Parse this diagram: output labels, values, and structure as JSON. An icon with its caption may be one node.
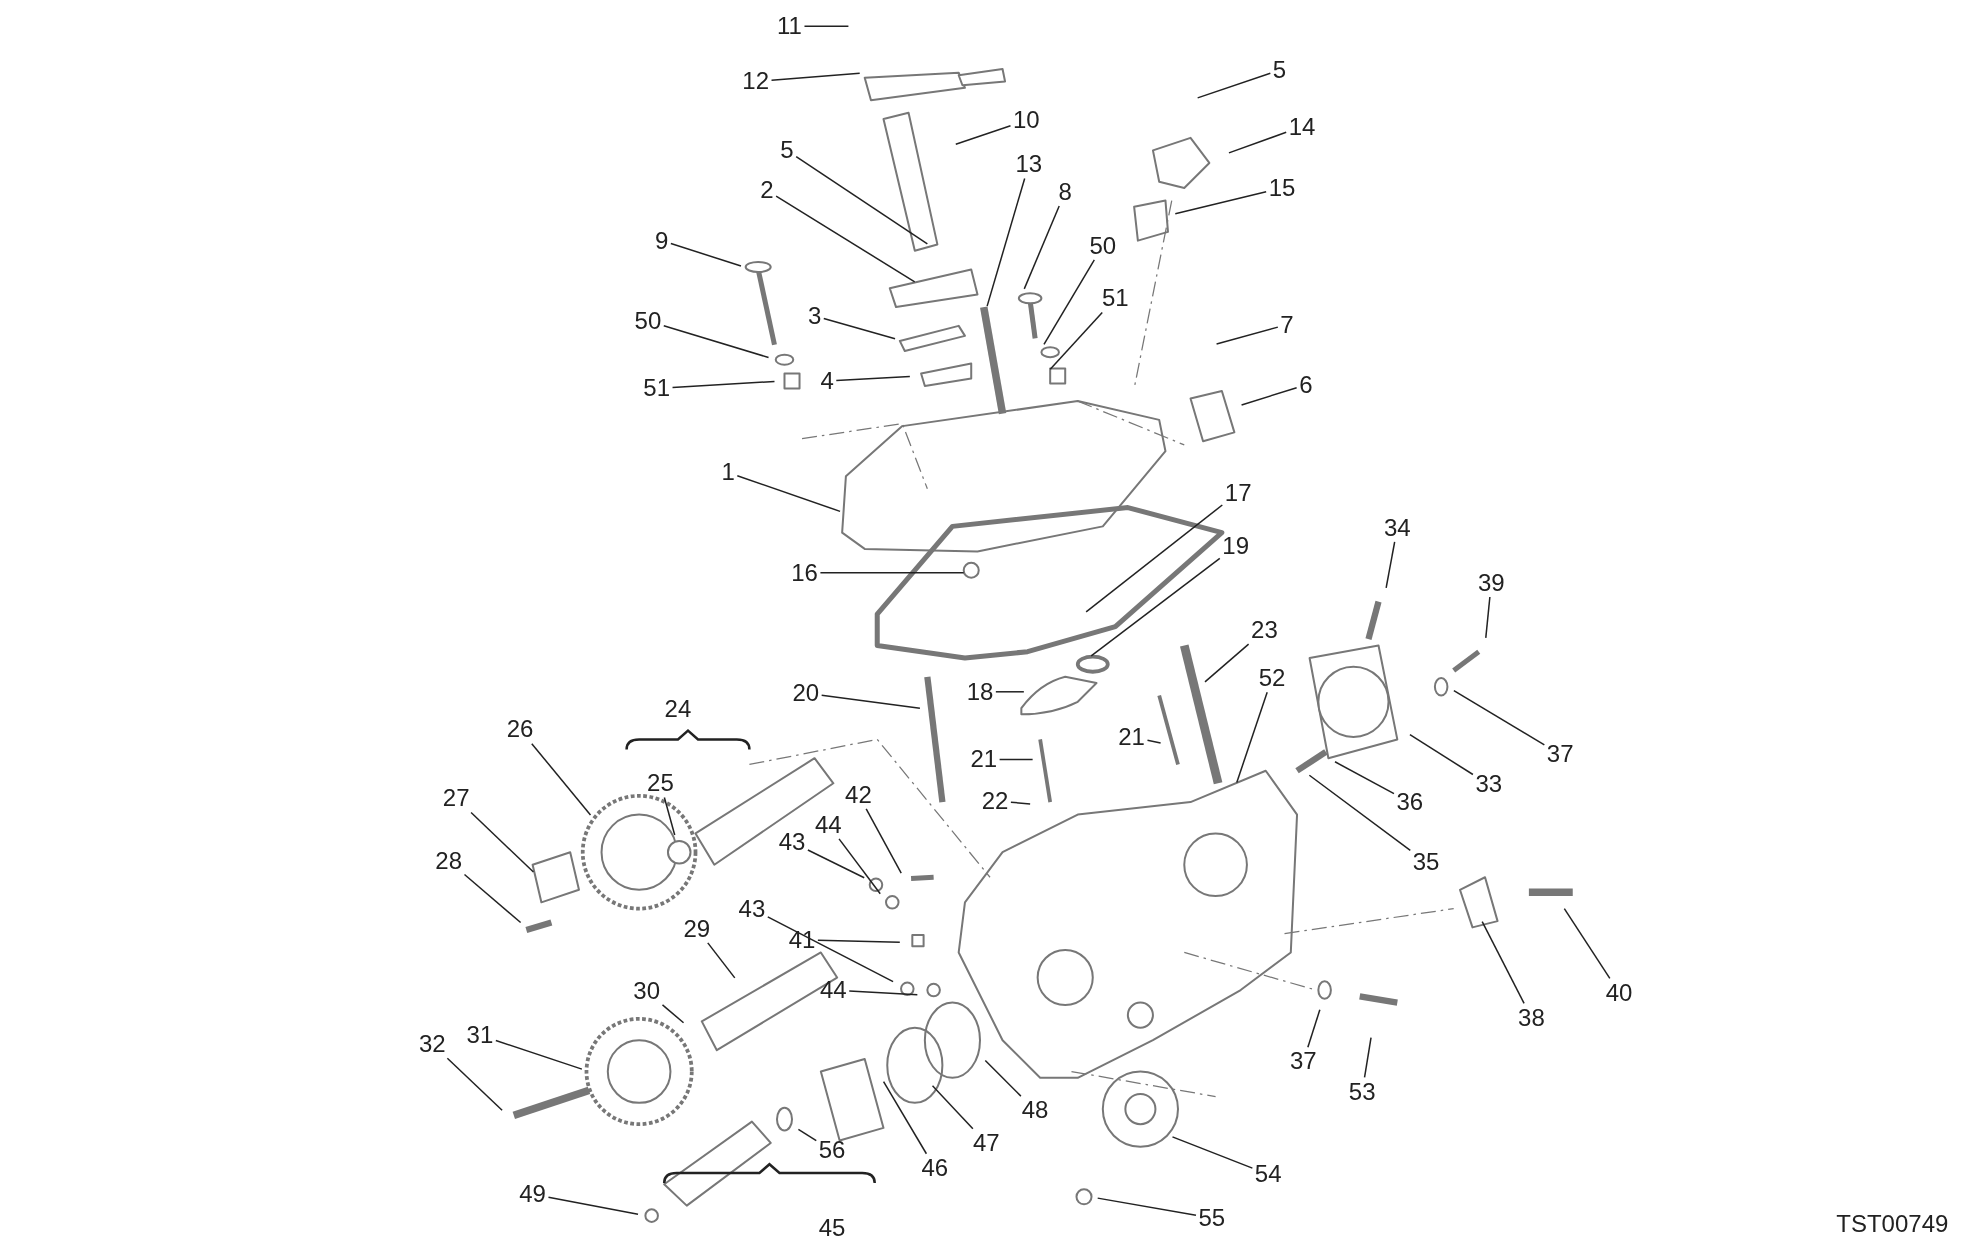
{
  "diagram": {
    "nodes": [
      {
        "text": [
          "1"
        ]
      },
      {
        "text": [
          "2"
        ]
      },
      {
        "text": [
          "3"
        ]
      },
      {
        "text": [
          "4"
        ]
      },
      {
        "text": [
          "5"
        ]
      },
      {
        "text": [
          "5"
        ]
      },
      {
        "text": [
          "6"
        ]
      },
      {
        "text": [
          "7"
        ]
      },
      {
        "text": [
          "8"
        ]
      },
      {
        "text": [
          "9"
        ]
      },
      {
        "text": [
          "10"
        ]
      },
      {
        "text": [
          "11"
        ]
      },
      {
        "text": [
          "12"
        ]
      },
      {
        "text": [
          "13"
        ]
      },
      {
        "text": [
          "14"
        ]
      },
      {
        "text": [
          "15"
        ]
      },
      {
        "text": [
          "16"
        ]
      },
      {
        "text": [
          "17"
        ]
      },
      {
        "text": [
          "18"
        ]
      },
      {
        "text": [
          "19"
        ]
      },
      {
        "text": [
          "20"
        ]
      },
      {
        "text": [
          "21"
        ]
      },
      {
        "text": [
          "21"
        ]
      },
      {
        "text": [
          "22"
        ]
      },
      {
        "text": [
          "23"
        ]
      },
      {
        "text": [
          "25"
        ]
      },
      {
        "text": [
          "26"
        ]
      },
      {
        "text": [
          "27"
        ]
      },
      {
        "text": [
          "28"
        ]
      },
      {
        "text": [
          "29"
        ]
      },
      {
        "text": [
          "30"
        ]
      },
      {
        "text": [
          "31"
        ]
      },
      {
        "text": [
          "32"
        ]
      },
      {
        "text": [
          "33"
        ]
      },
      {
        "text": [
          "34"
        ]
      },
      {
        "text": [
          "35"
        ]
      },
      {
        "text": [
          "36"
        ]
      },
      {
        "text": [
          "37"
        ]
      },
      {
        "text": [
          "37"
        ]
      },
      {
        "text": [
          "38"
        ]
      },
      {
        "text": [
          "39"
        ]
      },
      {
        "text": [
          "40"
        ]
      },
      {
        "text": [
          "41"
        ]
      },
      {
        "text": [
          "42"
        ]
      },
      {
        "text": [
          "43"
        ]
      },
      {
        "text": [
          "43"
        ]
      },
      {
        "text": [
          "44"
        ]
      },
      {
        "text": [
          "44"
        ]
      },
      {
        "text": [
          "46"
        ]
      },
      {
        "text": [
          "47"
        ]
      },
      {
        "text": [
          "48"
        ]
      },
      {
        "text": [
          "49"
        ]
      },
      {
        "text": [
          "50"
        ]
      },
      {
        "text": [
          "50"
        ]
      },
      {
        "text": [
          "51"
        ]
      },
      {
        "text": [
          "51"
        ]
      },
      {
        "text": [
          "52"
        ]
      },
      {
        "text": [
          "53"
        ]
      },
      {
        "text": [
          "54"
        ]
      },
      {
        "text": [
          "55"
        ]
      },
      {
        "text": [
          "56"
        ]
      }
    ],
    "edges": [
      {
        "from": 0,
        "to": null,
        "arrow": "none"
      },
      {
        "from": 1,
        "to": null,
        "arrow": "none"
      },
      {
        "from": 2,
        "to": null,
        "arrow": "none"
      },
      {
        "from": 3,
        "to": null,
        "arrow": "none"
      },
      {
        "from": 4,
        "to": null,
        "arrow": "none"
      },
      {
        "from": 5,
        "to": null,
        "arrow": "none"
      },
      {
        "from": 6,
        "to": null,
        "arrow": "none"
      },
      {
        "from": 7,
        "to": null,
        "arrow": "none"
      },
      {
        "from": 8,
        "to": null,
        "arrow": "none"
      },
      {
        "from": 9,
        "to": null,
        "arrow": "none"
      },
      {
        "from": 10,
        "to": null,
        "arrow": "none"
      },
      {
        "from": 11,
        "to": null,
        "arrow": "none"
      },
      {
        "from": 12,
        "to": null,
        "arrow": "none"
      },
      {
        "from": 13,
        "to": null,
        "arrow": "none"
      },
      {
        "from": 14,
        "to": null,
        "arrow": "none"
      },
      {
        "from": 15,
        "to": null,
        "arrow": "none"
      },
      {
        "from": 16,
        "to": null,
        "arrow": "none"
      },
      {
        "from": 17,
        "to": null,
        "arrow": "none"
      },
      {
        "from": 18,
        "to": null,
        "arrow": "none"
      },
      {
        "from": 19,
        "to": null,
        "arrow": "none"
      },
      {
        "from": 20,
        "to": null,
        "arrow": "none"
      },
      {
        "from": 21,
        "to": null,
        "arrow": "none"
      },
      {
        "from": 22,
        "to": null,
        "arrow": "none"
      },
      {
        "from": 23,
        "to": null,
        "arrow": "none"
      },
      {
        "from": 24,
        "to": null,
        "arrow": "none"
      },
      {
        "from": 25,
        "to": null,
        "arrow": "none"
      },
      {
        "from": 26,
        "to": null,
        "arrow": "none"
      },
      {
        "from": 27,
        "to": null,
        "arrow": "none"
      },
      {
        "from": 28,
        "to": null,
        "arrow": "none"
      },
      {
        "from": 29,
        "to": null,
        "arrow": "none"
      },
      {
        "from": 30,
        "to": null,
        "arrow": "none"
      },
      {
        "from": 31,
        "to": null,
        "arrow": "none"
      },
      {
        "from": 32,
        "to": null,
        "arrow": "none"
      },
      {
        "from": 33,
        "to": null,
        "arrow": "none"
      },
      {
        "from": 34,
        "to": null,
        "arrow": "none"
      },
      {
        "from": 35,
        "to": null,
        "arrow": "none"
      },
      {
        "from": 36,
        "to": null,
        "arrow": "none"
      },
      {
        "from": 37,
        "to": null,
        "arrow": "none"
      },
      {
        "from": 38,
        "to": null,
        "arrow": "none"
      },
      {
        "from": 39,
        "to": null,
        "arrow": "none"
      },
      {
        "from": 40,
        "to": null,
        "arrow": "none"
      },
      {
        "from": 41,
        "to": null,
        "arrow": "none"
      },
      {
        "from": 42,
        "to": null,
        "arrow": "none"
      },
      {
        "from": 43,
        "to": null,
        "arrow": "none"
      },
      {
        "from": 44,
        "to": null,
        "arrow": "none"
      },
      {
        "from": 45,
        "to": null,
        "arrow": "none"
      },
      {
        "from": 46,
        "to": null,
        "arrow": "none"
      },
      {
        "from": 47,
        "to": null,
        "arrow": "none"
      },
      {
        "from": 48,
        "to": null,
        "arrow": "none"
      },
      {
        "from": 49,
        "to": null,
        "arrow": "none"
      },
      {
        "from": 50,
        "to": null,
        "arrow": "none"
      },
      {
        "from": 51,
        "to": null,
        "arrow": "none"
      },
      {
        "from": 52,
        "to": null,
        "arrow": "none"
      },
      {
        "from": 53,
        "to": null,
        "arrow": "none"
      },
      {
        "from": 54,
        "to": null,
        "arrow": "none"
      },
      {
        "from": 55,
        "to": null,
        "arrow": "none"
      },
      {
        "from": 56,
        "to": null,
        "arrow": "none"
      },
      {
        "from": 57,
        "to": null,
        "arrow": "none"
      },
      {
        "from": 58,
        "to": null,
        "arrow": "none"
      },
      {
        "from": 59,
        "to": null,
        "arrow": "none"
      },
      {
        "from": 60,
        "to": null,
        "arrow": "none"
      }
    ],
    "labels": [
      "24",
      "45",
      "TST00749"
    ]
  }
}
